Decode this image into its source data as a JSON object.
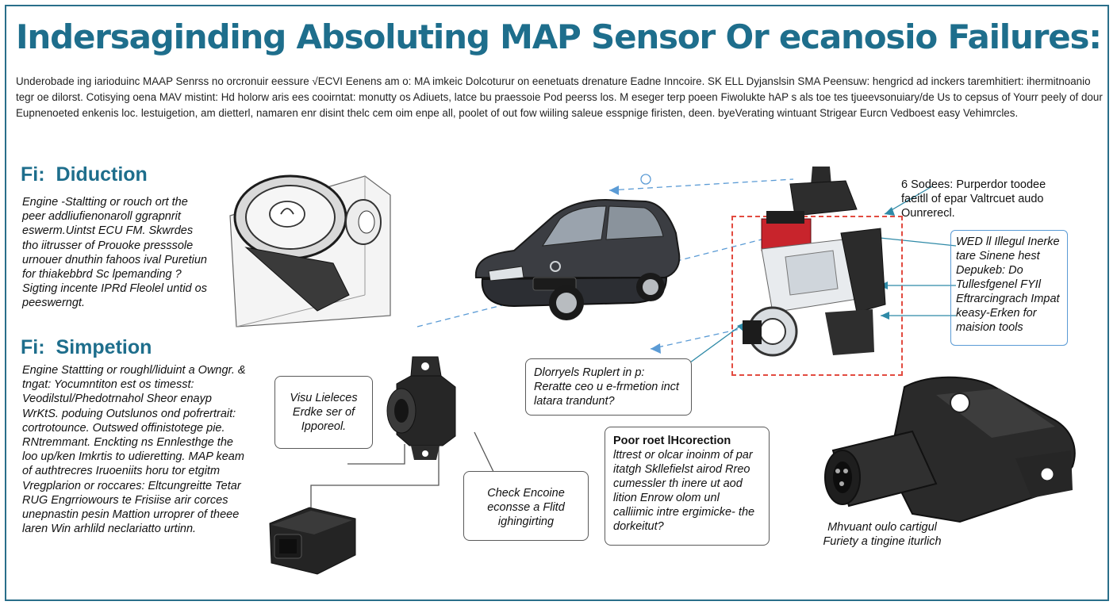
{
  "colors": {
    "accent": "#1e6e8c",
    "frame": "#2a6f8a",
    "callout_red": "#e24b40",
    "callout_blue": "#5b9bd5"
  },
  "title": "Indersaginding Absoluting MAP Sensor Or ecanosio Failures:",
  "intro": "Underobade ing iarioduinc MAAP Senrss no orcronuir eessure √ECVI Eenens am o: MA imkeic Dolcoturur on eenetuats drenature Eadne Inncoire. SK ELL Dyjanslsin SMA Peensuw: hengricd ad inckers taremhitiert: ihermitnoanio tegr oe dilorst. Cotisying oena MAV mistint: Hd holorw aris ees cooirntat: monutty os Adiuets, latce bu praessoie Pod peerss los. M eseger terp poeen Fiwolukte hAP s als toe tes tjueevsonuiary/de Us to cepsus of Yourr peely of dour Eupnenoeted enkenis loc. lestuigetion, am dietterl, namaren enr disint thelc cem oim enpe all, poolet of out fow wiiling saleue esspnige firisten, deen. byeVerating wintuant Strigear Eurcn Vedboest easy Vehimrcles.",
  "section1": {
    "number": "Fi:",
    "title": "Diduction",
    "text": "Engine -Staltting or rouch ort the peer addliufienonaroll ggrapnrit eswerm.Uintst ECU FM. Skwrdes tho iitrusser of Prouoke presssole urnouer dnuthin fahoos ival Puretiun for thiakebbrd Sc lpemanding ? Sigting incente IPRd Fleolel untid os peeswerngt."
  },
  "section2": {
    "number": "Fi:",
    "title": "Simpetion",
    "text": "Engine Stattting or roughl/liduint a Owngr. & tngat: Yocumntiton est os timesst: Veodilstul/Phedotrnahol Sheor enayp WrKtS. poduing Outslunos ond pofrertrait: cortrotounce. Outswed offinistotege pie. RNtremmant. Enckting ns Ennlesthge the loo up/ken Imkrtis to udieretting. MAP keam of authtrecres Iruoeniits horu tor etgitm Vregplarion or roccares: Eltcungreitte Tetar RUG Engrriowours te Frisiise arir corces unepnastin pesin Mattion urroprer of theee laren Win arhlild neclariatto urtinn."
  },
  "callouts": {
    "visual": {
      "text": "Visu Lieleces Erdke ser of Ipporeol."
    },
    "diagnosis": {
      "text": "Dlorryels Ruplert in p: Reratte ceo u e-frmetion inct latara trandunt?"
    },
    "check_engine": {
      "text": "Check Encoine econsse a Flitd ighingirting"
    },
    "poor_connection": {
      "heading": "Poor roet lHcorection",
      "text": "lttrest or olcar inoinm of par itatgh Skllefielst airod Rreo cumessler th inere ut aod lition Enrow olom unl calliimic intre ergimicke- the dorkeitut?"
    }
  },
  "labels": {
    "top_right": "6 Sodees: Purperdor toodee faeitll of epar Valtrcuet audo Ounrerecl.",
    "blue_box": "WED ll Illegul Inerke tare Sinene hest Depukeb: Do Tullesfgenel FYIl Eftrarcingrach Impat keasy-Erken for maision tools",
    "bottom_right": "Mhvuant oulo cartigul Furiety a tingine iturlich"
  },
  "icons": [
    "diaphragm-sensor-illustration-icon",
    "sedan-car-icon",
    "map-sensor-cutaway-icon",
    "small-map-sensor-icon",
    "wiring-connector-icon",
    "map-sensor-closeup-icon"
  ]
}
